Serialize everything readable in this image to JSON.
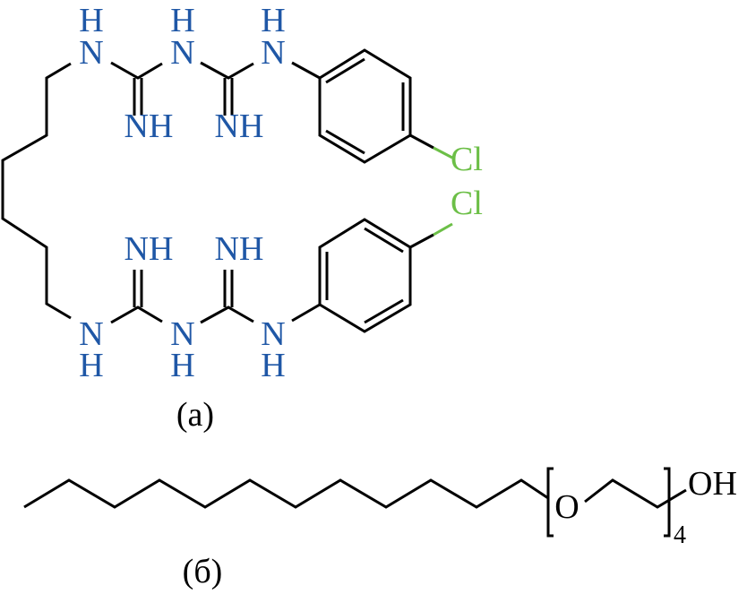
{
  "colors": {
    "nitrogen": "#1f57a6",
    "chlorine": "#6cbf47",
    "bond": "#000000"
  },
  "structure_a": {
    "caption": "(a)",
    "atoms": {
      "N": "N",
      "H": "H",
      "NH": "NH",
      "Cl": "Cl"
    }
  },
  "structure_b": {
    "caption": "(б)",
    "atoms": {
      "O": "O",
      "OH": "OH"
    },
    "repeat_count": "4"
  }
}
